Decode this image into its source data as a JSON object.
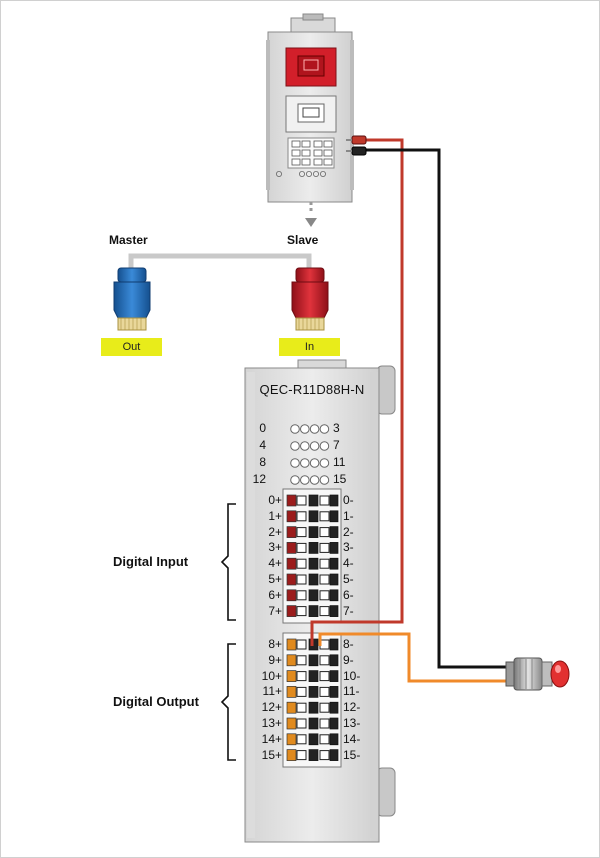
{
  "master_label": "Master",
  "slave_label": "Slave",
  "out_port_label": "Out",
  "in_port_label": "In",
  "module_model": "QEC-R11D88H-N",
  "led_rows": [
    {
      "start": "0",
      "end": "3"
    },
    {
      "start": "4",
      "end": "7"
    },
    {
      "start": "8",
      "end": "11"
    },
    {
      "start": "12",
      "end": "15"
    }
  ],
  "input_terminals": [
    {
      "pos": "0+",
      "neg": "0-"
    },
    {
      "pos": "1+",
      "neg": "1-"
    },
    {
      "pos": "2+",
      "neg": "2-"
    },
    {
      "pos": "3+",
      "neg": "3-"
    },
    {
      "pos": "4+",
      "neg": "4-"
    },
    {
      "pos": "5+",
      "neg": "5-"
    },
    {
      "pos": "6+",
      "neg": "6-"
    },
    {
      "pos": "7+",
      "neg": "7-"
    }
  ],
  "output_terminals": [
    {
      "pos": "8+",
      "neg": "8-"
    },
    {
      "pos": "9+",
      "neg": "9-"
    },
    {
      "pos": "10+",
      "neg": "10-"
    },
    {
      "pos": "11+",
      "neg": "11-"
    },
    {
      "pos": "12+",
      "neg": "12-"
    },
    {
      "pos": "13+",
      "neg": "13-"
    },
    {
      "pos": "14+",
      "neg": "14-"
    },
    {
      "pos": "15+",
      "neg": "15-"
    }
  ],
  "digital_input_label": "Digital Input",
  "digital_output_label": "Digital Output",
  "colors": {
    "input_terminal": "#9b1c1c",
    "output_terminal": "#e08a1e",
    "wire_red": "#c0392b",
    "wire_black": "#111111",
    "wire_orange": "#f08a2a",
    "connector_blue": "#1f6fc0",
    "connector_red": "#c0202a",
    "label_highlight": "#e8ec1a",
    "module_body": "#e6e6e6"
  }
}
